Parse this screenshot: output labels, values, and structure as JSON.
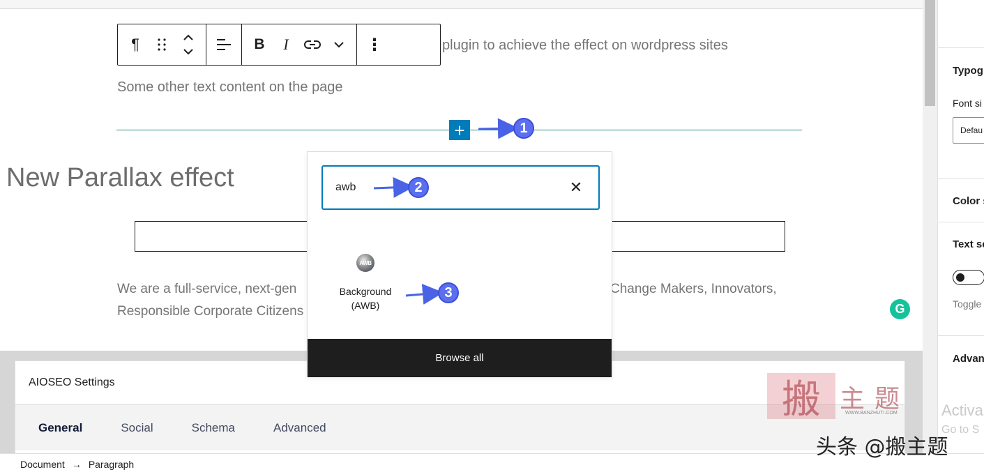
{
  "editor": {
    "para_top": "plugin to achieve the effect on wordpress sites",
    "para_other": "Some other text content on the page",
    "heading": "New Parallax effect",
    "body_line1a": "We are a full-service, next-gen",
    "body_line1b": "Change Makers, Innovators,",
    "body_line2a": "Responsible Corporate Citizens"
  },
  "toolbar": {
    "paragraph_glyph": "¶",
    "bold_glyph": "B",
    "italic_glyph": "I",
    "more_glyph": "⋮"
  },
  "inserter": {
    "search_value": "awb",
    "clear_glyph": "✕",
    "result_icon_text": "AWB",
    "result_label": "Background (AWB)",
    "browse_all": "Browse all",
    "plus_glyph": "+"
  },
  "markers": [
    "1",
    "2",
    "3"
  ],
  "aioseo": {
    "title": "AIOSEO Settings",
    "tabs": [
      "General",
      "Social",
      "Schema",
      "Advanced"
    ]
  },
  "sidebar": {
    "typography": "Typog",
    "font_size": "Font si",
    "font_select": "Defau",
    "color": "Color s",
    "text_settings": "Text se",
    "toggle_help": "Toggle",
    "advanced": "Advan"
  },
  "activate": {
    "line1": "Activa",
    "line2": "Go to S"
  },
  "breadcrumb": {
    "document": "Document",
    "separator": "→",
    "paragraph": "Paragraph"
  },
  "watermark": {
    "seal": "搬",
    "text": "主题",
    "url": "WWW.BANZHUTI.COM"
  },
  "overlay_mark": "头条 @搬主题",
  "colors": {
    "accent": "#007cba",
    "marker": "#5b6ff0",
    "dark": "#1e1e1e",
    "grammarly": "#15c39a"
  }
}
